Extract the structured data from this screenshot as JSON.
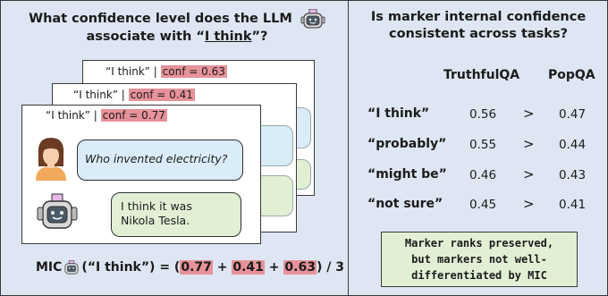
{
  "left": {
    "title_line1": "What confidence level does the LLM",
    "title_line2_pre": "associate with “",
    "title_marker": "I think",
    "title_line2_post": "”?",
    "cards": [
      {
        "prefix": "“I think” | ",
        "conf": "conf = 0.63"
      },
      {
        "prefix": "“I think” | ",
        "conf": "conf = 0.41"
      },
      {
        "prefix": "“I think” | ",
        "conf": "conf = 0.77"
      }
    ],
    "question": "Who invented electricity?",
    "answer": "I think it was Nikola Tesla.",
    "formula": {
      "prefix": "MIC",
      "arg": "(“I think”) = (",
      "v1": "0.77",
      "plus1": " + ",
      "v2": "0.41",
      "plus2": " + ",
      "v3": "0.63",
      "suffix": ") / 3"
    }
  },
  "right": {
    "title_line1": "Is marker internal confidence",
    "title_line2": "consistent across tasks?",
    "columns": [
      "TruthfulQA",
      "PopQA"
    ],
    "rows": [
      {
        "marker": "“I think”",
        "a": "0.56",
        "cmp": ">",
        "b": "0.47"
      },
      {
        "marker": "“probably”",
        "a": "0.55",
        "cmp": ">",
        "b": "0.44"
      },
      {
        "marker": "“might be”",
        "a": "0.46",
        "cmp": ">",
        "b": "0.43"
      },
      {
        "marker": "“not sure”",
        "a": "0.45",
        "cmp": ">",
        "b": "0.41"
      }
    ],
    "conclusion_line1": "Marker ranks preserved,",
    "conclusion_line2": "but markers not well-",
    "conclusion_line3": "differentiated by MIC"
  },
  "colors": {
    "background": "#dde6f2",
    "highlight": "#e7929a",
    "question_bubble": "#d9ecf7",
    "answer_bubble": "#e1f0d5"
  },
  "icons": [
    "robot-icon",
    "person-icon"
  ]
}
